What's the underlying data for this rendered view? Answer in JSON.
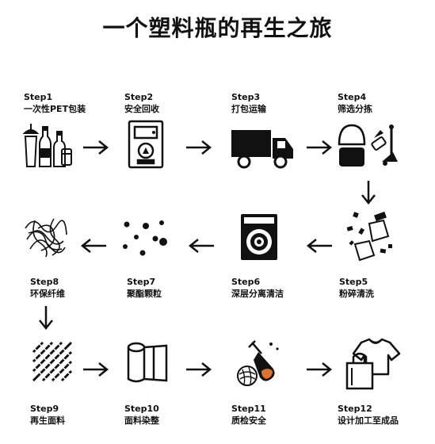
{
  "title": "一个塑料瓶的再生之旅",
  "colors": {
    "ink": "#111111",
    "accent": "#e07030",
    "background": "#ffffff"
  },
  "steps": [
    {
      "num": "Step1",
      "name": "一次性PET包装",
      "icon": "disposable-pet-packaging-icon"
    },
    {
      "num": "Step2",
      "name": "安全回收",
      "icon": "recycling-machine-icon"
    },
    {
      "num": "Step3",
      "name": "打包运输",
      "icon": "delivery-truck-icon"
    },
    {
      "num": "Step4",
      "name": "筛选分拣",
      "icon": "sorting-machine-icon"
    },
    {
      "num": "Step5",
      "name": "粉碎清洗",
      "icon": "crushed-bottle-pieces-icon"
    },
    {
      "num": "Step6",
      "name": "深层分离清洁",
      "icon": "washing-machine-icon"
    },
    {
      "num": "Step7",
      "name": "聚酯颗粒",
      "icon": "polyester-pellets-icon"
    },
    {
      "num": "Step8",
      "name": "环保纤维",
      "icon": "tangled-fiber-icon"
    },
    {
      "num": "Step9",
      "name": "再生面料",
      "icon": "woven-fabric-icon"
    },
    {
      "num": "Step10",
      "name": "面料染整",
      "icon": "fabric-roll-icon"
    },
    {
      "num": "Step11",
      "name": "质检安全",
      "icon": "dyeing-flask-yarn-icon"
    },
    {
      "num": "Step12",
      "name": "设计加工至成品",
      "icon": "tshirt-shopping-bag-icon"
    }
  ]
}
